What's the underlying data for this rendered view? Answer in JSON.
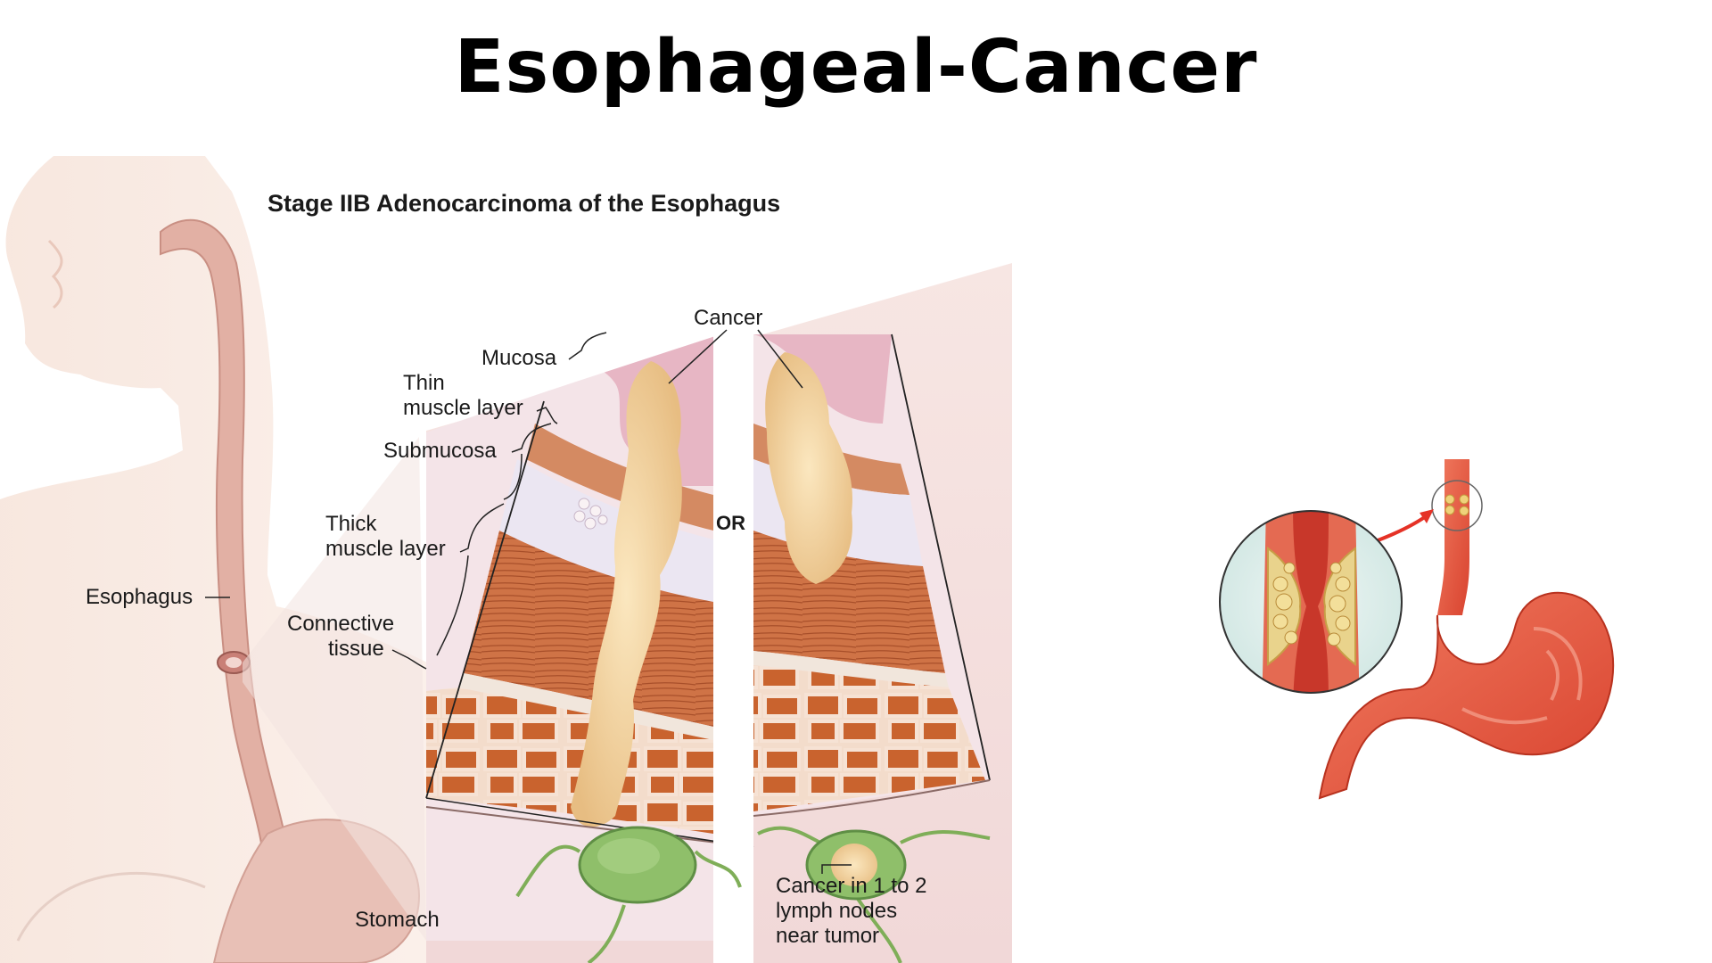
{
  "title": "Esophageal-Cancer",
  "diagram": {
    "heading": "Stage IIB Adenocarcinoma of the Esophagus",
    "labels": {
      "cancer": "Cancer",
      "mucosa": "Mucosa",
      "thin_muscle_1": "Thin",
      "thin_muscle_2": "muscle layer",
      "submucosa": "Submucosa",
      "thick_muscle_1": "Thick",
      "thick_muscle_2": "muscle layer",
      "connective_1": "Connective",
      "connective_2": "tissue",
      "esophagus": "Esophagus",
      "stomach": "Stomach",
      "or": "OR",
      "lymph_1": "Cancer in 1 to 2",
      "lymph_2": "lymph nodes",
      "lymph_3": "near tumor"
    }
  },
  "colors": {
    "tissue_skin": "#f3ddd2",
    "esophagus": "#dba59a",
    "muscle": "#c9683a",
    "mucosa": "#e7b6c4",
    "submucosa": "#e9e4f1",
    "tumor": "#f1d29d",
    "lymph_node": "#8fbf6a",
    "stomach_red": "#e0513d",
    "arrow_red": "#e53226"
  }
}
